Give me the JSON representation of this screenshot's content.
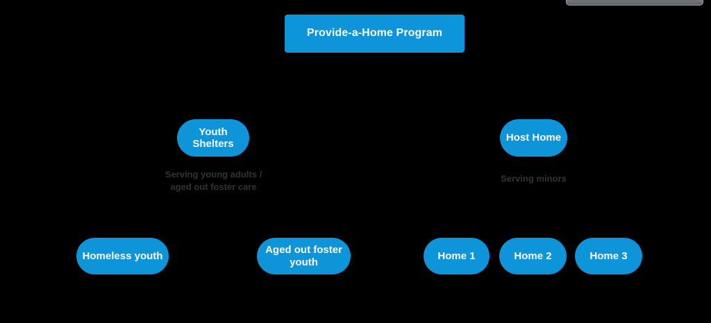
{
  "diagram": {
    "title": "Provide-a-Home Program",
    "background_color": "#000000",
    "node_color": "#0d94d9",
    "node_text_color": "#ffffff",
    "caption_text_color": "#333333",
    "root": {
      "label": "Provide-a-Home Program",
      "shape": "rectangle"
    },
    "branches": [
      {
        "label": "Youth Shelters",
        "shape": "pill",
        "caption": "Serving young adults /\naged out foster care",
        "children": [
          {
            "label": "Homeless youth",
            "shape": "pill"
          },
          {
            "label": "Aged out foster youth",
            "shape": "pill"
          }
        ]
      },
      {
        "label": "Host Home",
        "shape": "pill",
        "caption": "Serving minors",
        "children": [
          {
            "label": "Home 1",
            "shape": "pill"
          },
          {
            "label": "Home 2",
            "shape": "pill"
          },
          {
            "label": "Home 3",
            "shape": "pill"
          }
        ]
      }
    ]
  },
  "chrome": {
    "top_strip_label": ""
  }
}
